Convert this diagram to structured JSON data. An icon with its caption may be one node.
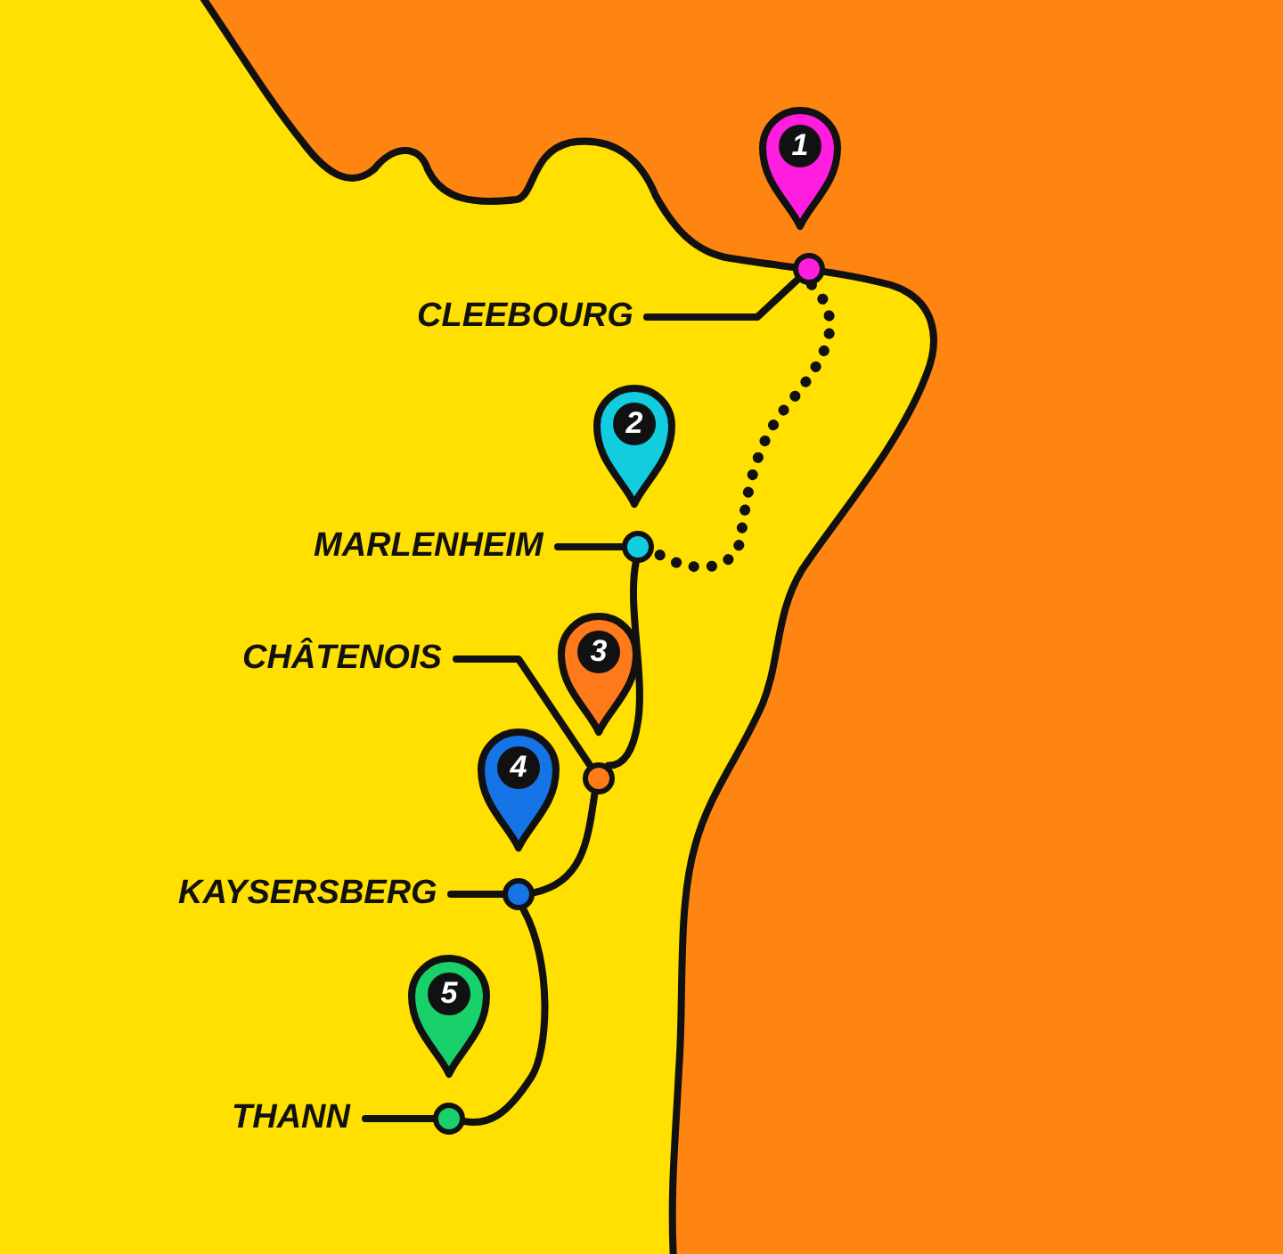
{
  "diagram": {
    "nodes": [
      {
        "text": [
          "1"
        ]
      },
      {
        "text": [
          "CLEEBOURG"
        ]
      },
      {
        "text": [],
        "shape": "circle"
      },
      {
        "text": [
          "2"
        ]
      },
      {
        "text": [
          "MARLENHEIM"
        ]
      },
      {
        "text": [],
        "shape": "circle"
      },
      {
        "text": [
          "CHÂTENOIS"
        ]
      },
      {
        "text": [
          "3"
        ]
      },
      {
        "text": [],
        "shape": "circle"
      },
      {
        "text": [
          "4"
        ]
      },
      {
        "text": [
          "KAYSERSBERG"
        ]
      },
      {
        "text": [],
        "shape": "circle"
      },
      {
        "text": [
          "5"
        ]
      },
      {
        "text": [
          "THANN"
        ]
      },
      {
        "text": [],
        "shape": "circle"
      }
    ],
    "edges": [
      {
        "from": 1,
        "to": 2,
        "arrow": "none"
      },
      {
        "from": 4,
        "to": 5,
        "arrow": "none"
      },
      {
        "from": 6,
        "to": 8,
        "arrow": "none"
      },
      {
        "from": 10,
        "to": 11,
        "arrow": "none"
      },
      {
        "from": 13,
        "to": 14,
        "arrow": "none"
      },
      {
        "from": 2,
        "to": 5,
        "arrow": "none",
        "style": "dashed"
      },
      {
        "from": 5,
        "to": 8,
        "arrow": "none"
      },
      {
        "from": 8,
        "to": 11,
        "arrow": "none"
      },
      {
        "from": 11,
        "to": 14,
        "arrow": "none"
      }
    ]
  }
}
